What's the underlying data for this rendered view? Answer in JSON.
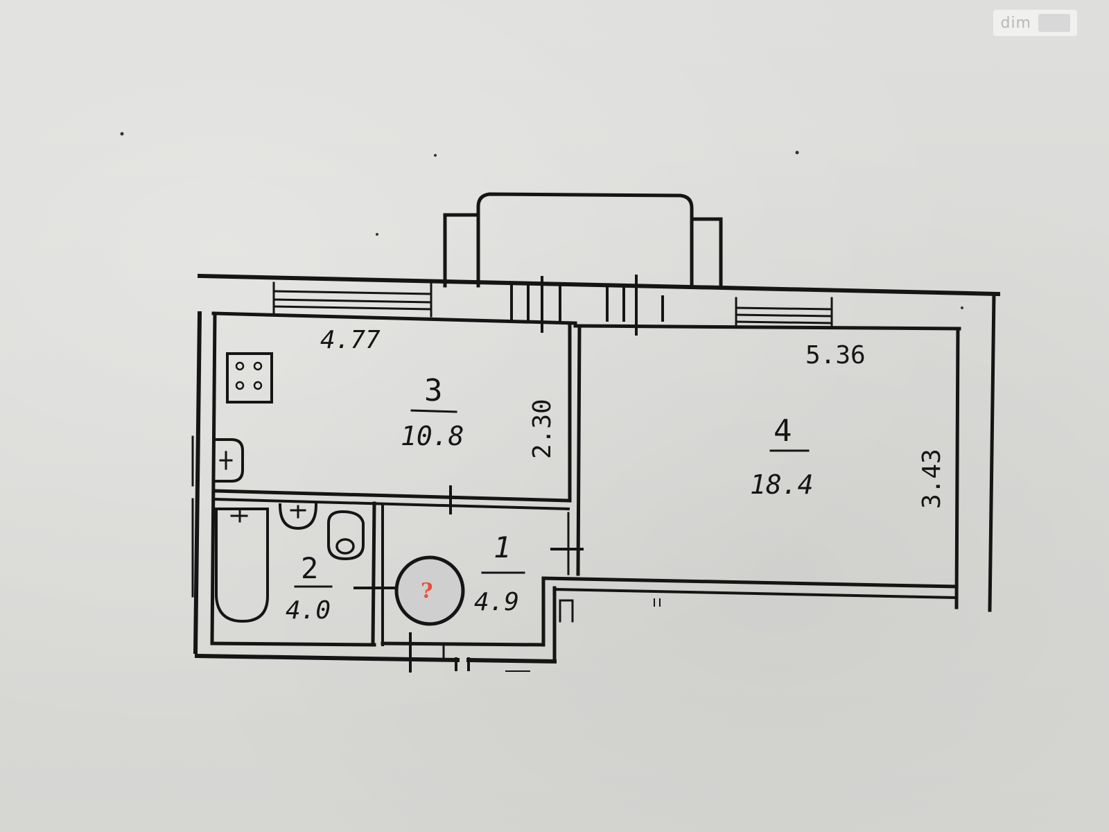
{
  "watermark": {
    "text": "dim"
  },
  "rooms": [
    {
      "id": "1",
      "number": "1",
      "area": "4.9"
    },
    {
      "id": "2",
      "number": "2",
      "area": "4.0"
    },
    {
      "id": "3",
      "number": "3",
      "area": "10.8"
    },
    {
      "id": "4",
      "number": "4",
      "area": "18.4"
    }
  ],
  "dimensions": {
    "kitchen_length": "4.77",
    "kitchen_width": "2.30",
    "room_length": "5.36",
    "room_width": "3.43"
  },
  "marker": {
    "label": "?",
    "color": "#e8503a",
    "fill": "#cfcfcf"
  },
  "colors": {
    "ink": "#151515",
    "paper": "#dcdcda"
  }
}
